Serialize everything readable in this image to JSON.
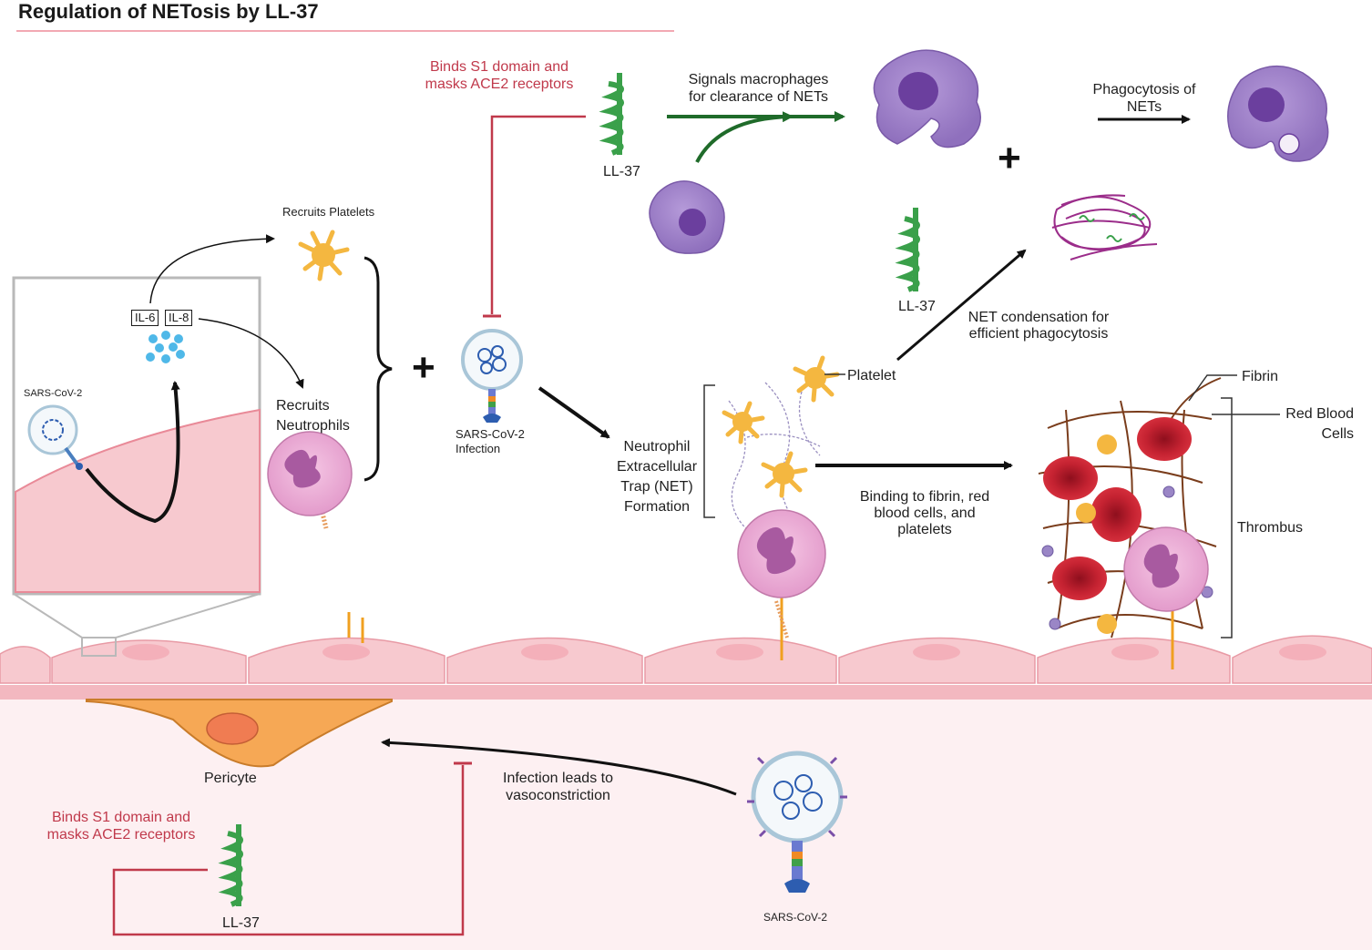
{
  "title": "Regulation of NETosis by LL-37",
  "labels": {
    "binds_top": "Binds S1 domain and masks ACE2 receptors",
    "ll37_top": "LL-37",
    "signals_macrophages": "Signals macrophages for clearance of NETs",
    "phagocytosis_nets": "Phagocytosis of NETs",
    "recruits_platelets": "Recruits Platelets",
    "il6": "IL-6",
    "il8": "IL-8",
    "sars_cov2_inset": "SARS-CoV-2",
    "recruits_neutrophils": "Recruits Neutrophils",
    "sars_infection": "SARS-CoV-2 Infection",
    "ll37_mid": "LL-37",
    "net_condensation": "NET condensation for efficient phagocytosis",
    "platelet": "Platelet",
    "fibrin": "Fibrin",
    "red_blood_cells": "Red Blood Cells",
    "net_formation": "Neutrophil Extracellular Trap (NET) Formation",
    "binding_fibrin": "Binding to fibrin, red blood cells, and platelets",
    "thrombus": "Thrombus",
    "pericyte": "Pericyte",
    "infection_vasoconstriction": "Infection leads to vasoconstriction",
    "binds_bottom": "Binds S1 domain and masks ACE2 receptors",
    "ll37_bottom": "LL-37",
    "sars_cov2_bottom": "SARS-CoV-2"
  },
  "colors": {
    "inhibition": "#c0394b",
    "clearance_arrow": "#1f6b2a",
    "macrophage": "#9b7fc6",
    "neutrophil": "#e7a6cf",
    "platelet": "#f4b740",
    "red_blood_cell": "#c8202f",
    "endothelium": "#f7c9cf",
    "pericyte": "#f5a753",
    "ll37": "#3aa04a"
  }
}
